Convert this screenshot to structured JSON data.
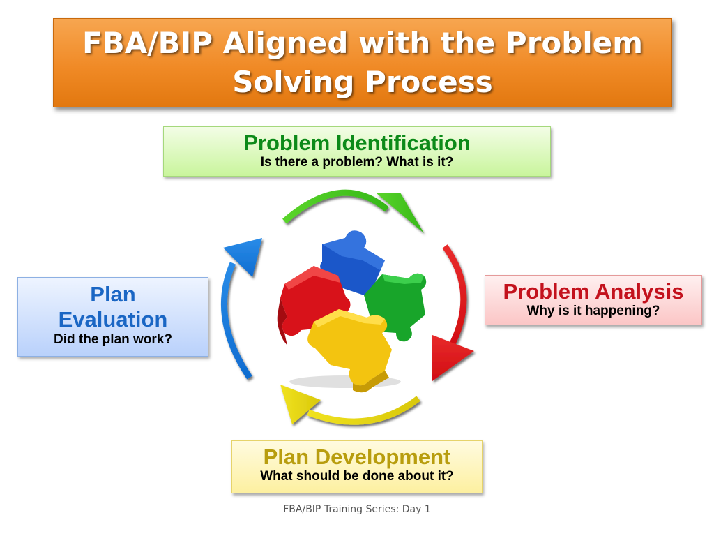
{
  "title": "FBA/BIP Aligned with the Problem Solving Process",
  "stages": {
    "identification": {
      "heading": "Problem Identification",
      "question": "Is there a problem?  What is it?",
      "color": "#0c8a19"
    },
    "analysis": {
      "heading": "Problem Analysis",
      "question": "Why is it happening?",
      "color": "#c3121d"
    },
    "development": {
      "heading": "Plan Development",
      "question": "What should be done about it?",
      "color": "#b89d0e"
    },
    "evaluation": {
      "heading": "Plan Evaluation",
      "question": "Did the plan work?",
      "color": "#1a66c4"
    }
  },
  "arrow_colors": {
    "green": "#3fc11c",
    "red": "#e3151b",
    "yellow": "#e4d30f",
    "blue": "#1d7ee0"
  },
  "center_image": "puzzle-pieces",
  "footer": "FBA/BIP Training Series: Day 1"
}
